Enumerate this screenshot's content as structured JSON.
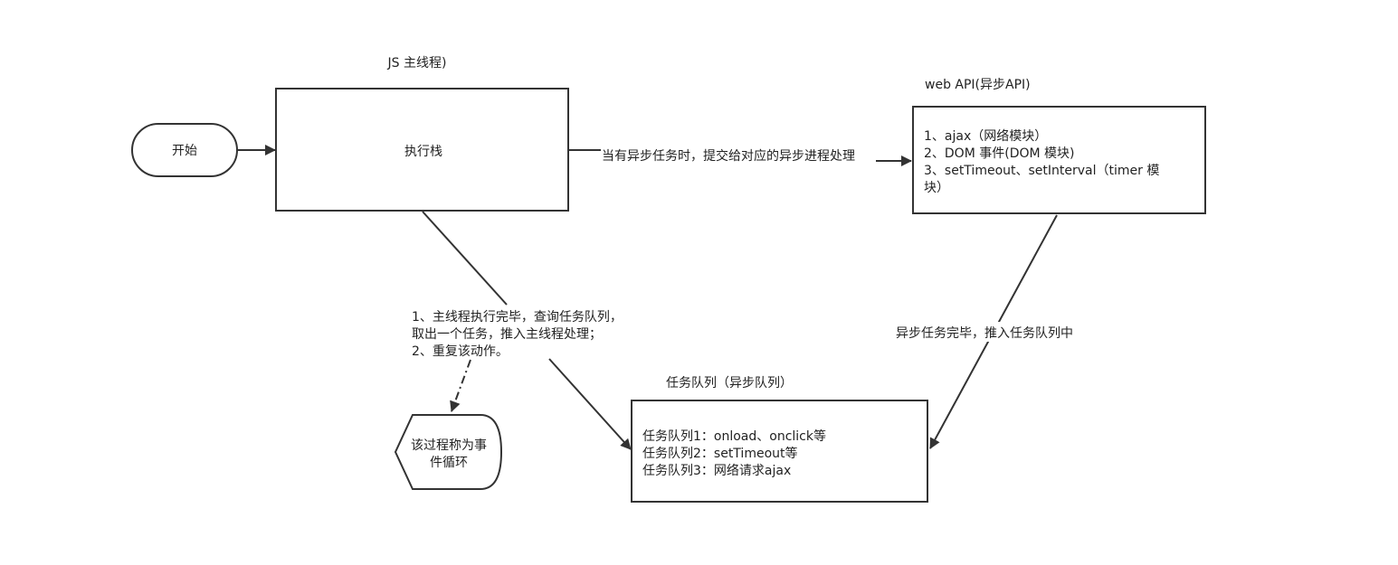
{
  "start": {
    "label": "开始"
  },
  "main_thread": {
    "title": "JS 主线程)",
    "stack_label": "执行栈"
  },
  "web_api": {
    "title": "web API(异步API)",
    "lines": [
      "1、ajax（网络模块）",
      "2、DOM 事件(DOM 模块)",
      "3、setTimeout、setInterval（timer 模",
      "块）"
    ]
  },
  "edge_submit": {
    "label": "当有异步任务时，提交给对应的异步进程处理"
  },
  "edge_done": {
    "label": "异步任务完毕，推入任务队列中"
  },
  "loop_note": {
    "lines": [
      "1、主线程执行完毕，查询任务队列，",
      "取出一个任务，推入主线程处理；",
      "2、重复该动作。"
    ]
  },
  "task_queue": {
    "title": "任务队列（异步队列）",
    "lines": [
      "任务队列1：onload、onclick等",
      "任务队列2：setTimeout等",
      "任务队列3：网络请求ajax"
    ]
  },
  "event_loop": {
    "lines": [
      "该过程称为事",
      "件循环"
    ]
  },
  "colors": {
    "stroke": "#333333",
    "text": "#222222",
    "background": "#ffffff"
  }
}
